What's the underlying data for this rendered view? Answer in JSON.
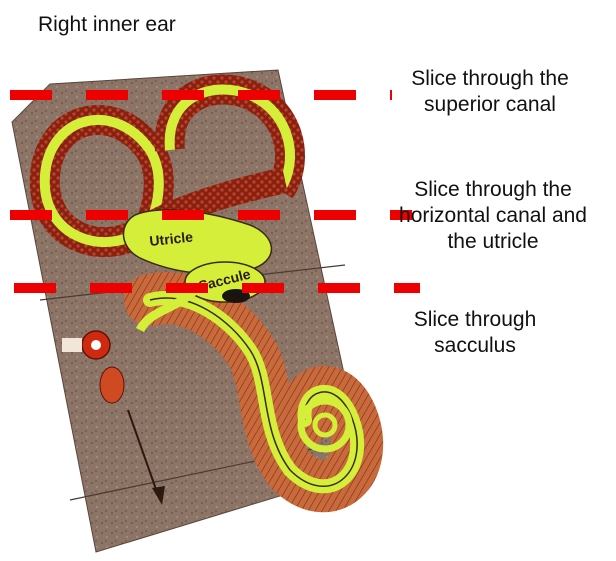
{
  "title": "Right inner ear",
  "slices": [
    {
      "id": "superior",
      "label": "Slice through the\nsuperior canal"
    },
    {
      "id": "horizontal",
      "label": "Slice through the\nhorizontal canal and\nthe utricle"
    },
    {
      "id": "sacculus",
      "label": "Slice through\nsacculus"
    }
  ],
  "organ_labels": {
    "utricle": "Utricle",
    "saccule": "Saccule"
  },
  "colors": {
    "slice_line": "#ee0000",
    "endolymph": "#d4ee3a",
    "bony_wall": "#8a2010",
    "background_tissue": "#8c7466",
    "cochlea": "#c86a3c"
  }
}
